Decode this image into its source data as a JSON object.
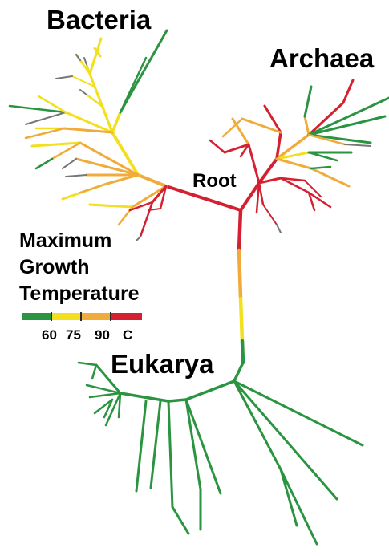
{
  "labels": {
    "bacteria": "Bacteria",
    "archaea": "Archaea",
    "root": "Root",
    "eukarya": "Eukarya"
  },
  "legend": {
    "title_lines": [
      "Maximum",
      "Growth",
      "Temperature"
    ],
    "tick_labels": [
      "60",
      "75",
      "90",
      "C"
    ],
    "colors": [
      "#2a9440",
      "#f2e01e",
      "#f0ab3a",
      "#d42030"
    ]
  },
  "colors": {
    "green": "#2a9440",
    "yellow": "#f2e01e",
    "orange": "#f0ab3a",
    "red": "#d42030",
    "gray": "#777777"
  }
}
